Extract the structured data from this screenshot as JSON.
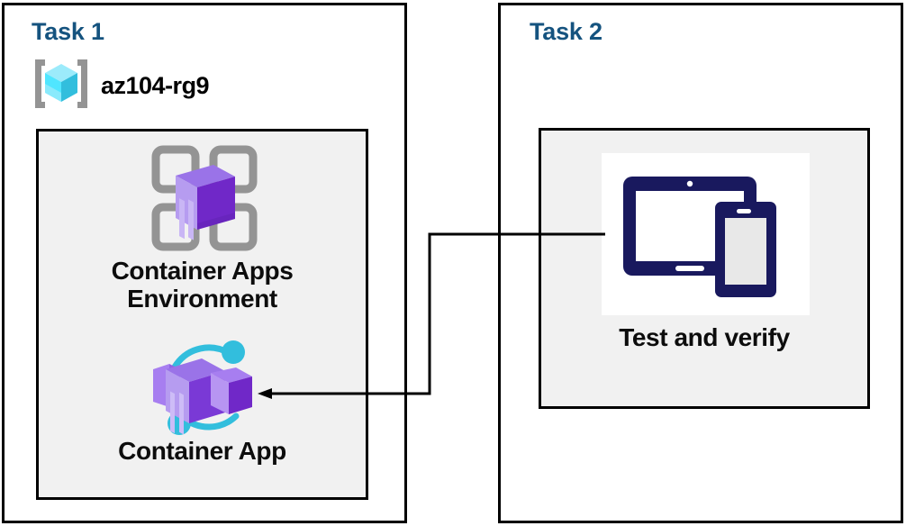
{
  "diagram": {
    "title_color": "#15537f",
    "panel_border_color": "#000000",
    "inner_box_bg": "#f1f1f1",
    "connector_color": "#000000"
  },
  "task1": {
    "title": "Task 1",
    "resource_group": {
      "name": "az104-rg9",
      "icon": "resource-group-icon",
      "icon_color": "#32d4f5",
      "bracket_color": "#949494"
    },
    "nodes": [
      {
        "label_line1": "Container Apps",
        "label_line2": "Environment",
        "icon": "container-apps-environment-icon",
        "icon_color": "#8661c5",
        "frame_color": "#949494"
      },
      {
        "label_line1": "Container App",
        "label_line2": "",
        "icon": "container-app-icon",
        "icon_color": "#9b6ce8",
        "accent_color": "#32bedd"
      }
    ]
  },
  "task2": {
    "title": "Task 2",
    "nodes": [
      {
        "label_line1": "Test and verify",
        "label_line2": "",
        "icon": "devices-test-icon",
        "icon_color": "#19195e",
        "screen_color": "#e8e8e8"
      }
    ]
  },
  "connector": {
    "from": "Test and verify",
    "to": "Container App",
    "arrow": "arrow-left"
  }
}
